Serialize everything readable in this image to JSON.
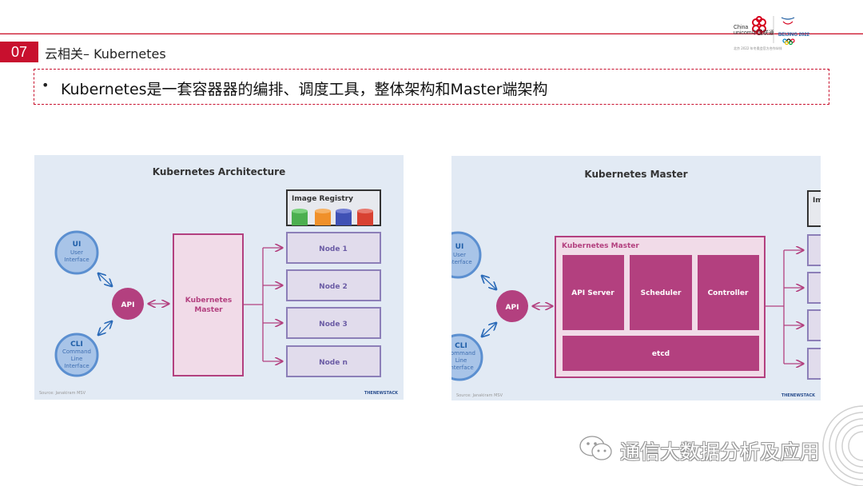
{
  "header": {
    "section_number": "07",
    "section_title": "云相关– Kubernetes"
  },
  "logo": {
    "carrier_text_1": "China",
    "carrier_text_2": "unicom中国联通",
    "olympics_text": "BEIJING 2022",
    "sub_text": "北京 2022 年冬奥会官方合作伙伴"
  },
  "bullet": {
    "marker": "•",
    "text": "Kubernetes是一套容器器的编排、调度工具，整体架构和Master端架构"
  },
  "left_diagram": {
    "title": "Kubernetes Architecture",
    "registry_label": "Image Registry",
    "ui_title": "UI",
    "ui_sub1": "User",
    "ui_sub2": "Interface",
    "cli_title": "CLI",
    "cli_sub1": "Command",
    "cli_sub2": "Line",
    "cli_sub3": "Interface",
    "api_label": "API",
    "master_line1": "Kubernetes",
    "master_line2": "Master",
    "nodes": [
      "Node 1",
      "Node 2",
      "Node 3",
      "Node n"
    ],
    "source": "Source: Janakiram MSV",
    "brand": "THENEWSTACK"
  },
  "right_diagram": {
    "title": "Kubernetes Master",
    "registry_partial": "Im",
    "ui_title": "UI",
    "ui_sub1": "User",
    "ui_sub2": "Interface",
    "cli_title": "CLI",
    "cli_sub1": "Command",
    "cli_sub2": "Line",
    "cli_sub3": "Interface",
    "api_label": "API",
    "master_title": "Kubernetes Master",
    "components": [
      "API Server",
      "Scheduler",
      "Controller"
    ],
    "etcd_label": "etcd",
    "source": "Source: Janakiram MSV",
    "brand": "THENEWSTACK"
  },
  "watermark": {
    "text": "通信大数据分析及应用"
  },
  "colors": {
    "accent_red": "#c8102e",
    "panel_bg": "#e2eaf4",
    "magenta": "#b3407f",
    "node_fill": "#e1dcec",
    "node_border": "#8c7fb8",
    "circle_blue": "#a8c4e8",
    "circle_border": "#5b8fd0",
    "registry_colors": [
      "#4caf50",
      "#f0902a",
      "#3f51b5",
      "#d84132"
    ]
  }
}
